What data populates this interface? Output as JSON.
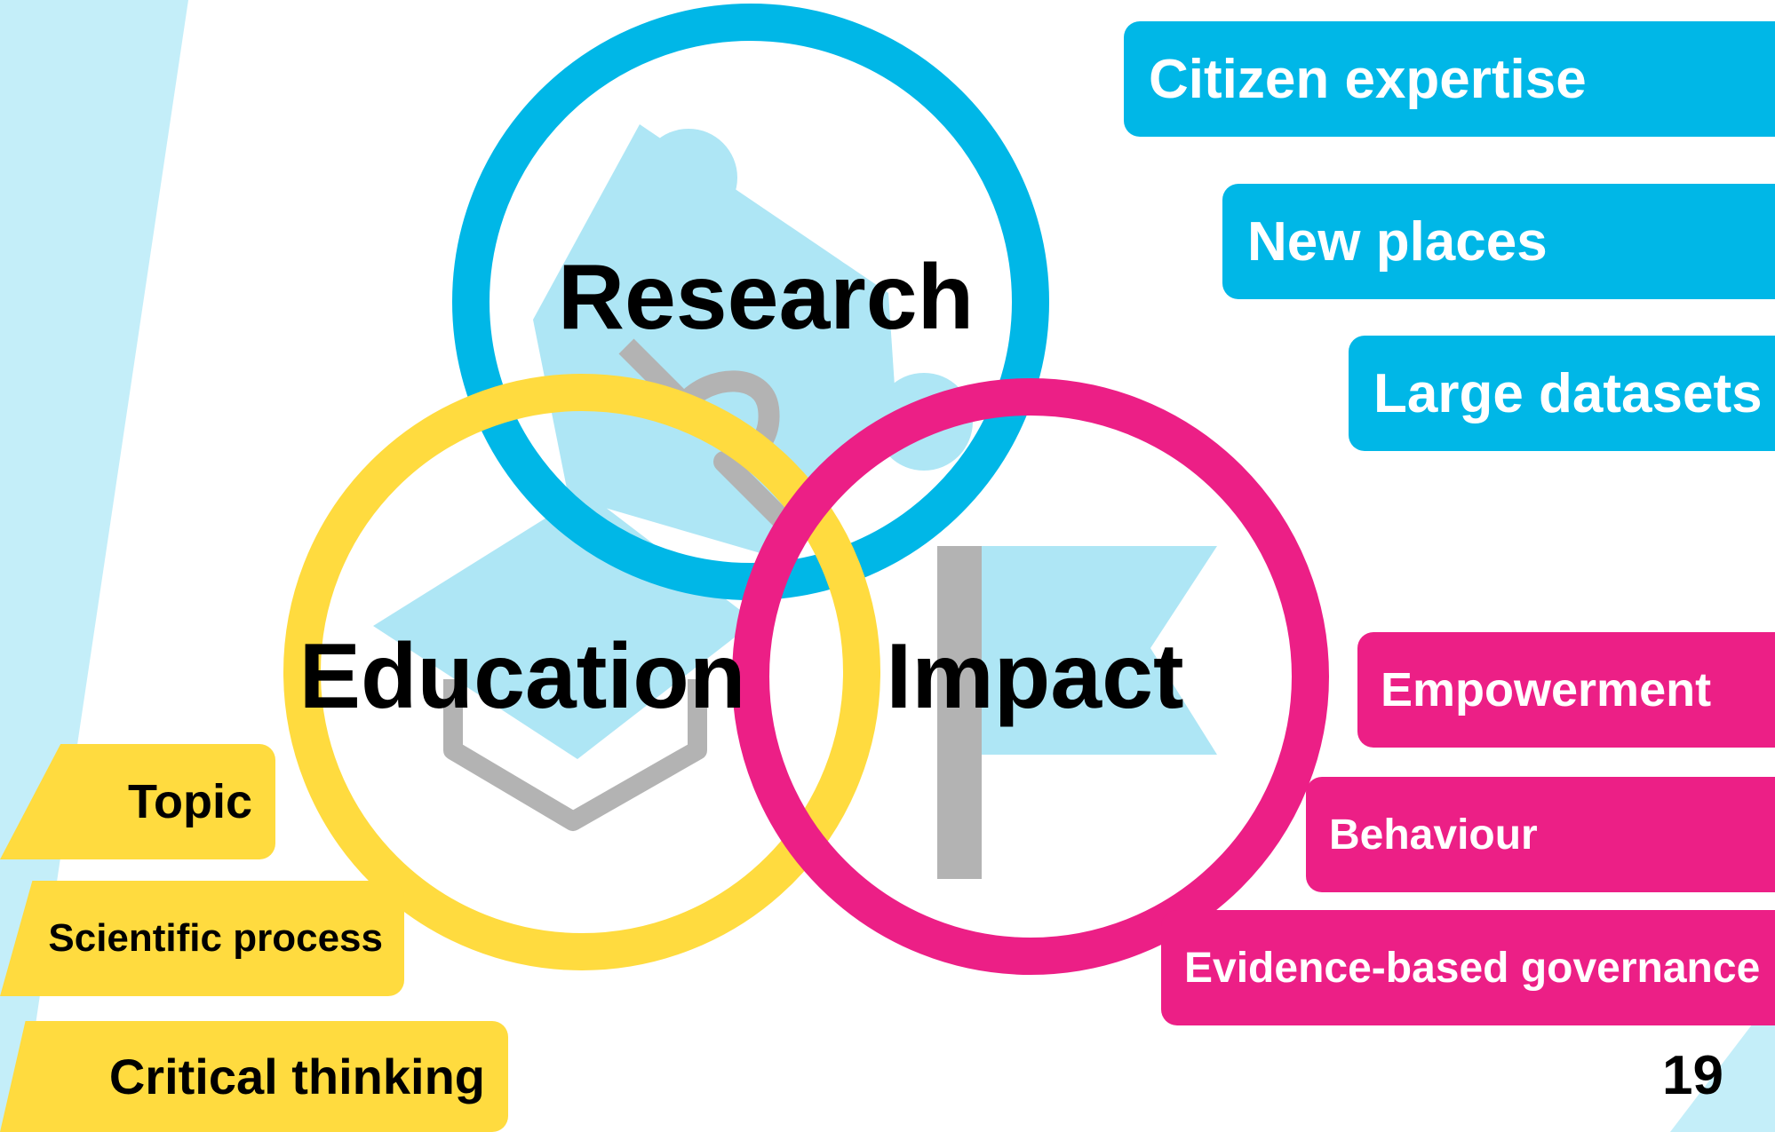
{
  "venn": {
    "research": "Research",
    "education": "Education",
    "impact": "Impact"
  },
  "research_tags": [
    "Citizen expertise",
    "New places",
    "Large datasets"
  ],
  "impact_tags": [
    "Empowerment",
    "Behaviour",
    "Evidence-based governance"
  ],
  "education_tags": [
    "Topic",
    "Scientific process",
    "Critical thinking"
  ],
  "page_number": "19",
  "icons": {
    "research": "puzzle-piece-icon",
    "education": "graduation-cap-icon",
    "impact": "flag-icon"
  },
  "colors": {
    "research": "#00b7e7",
    "education": "#ffdb3f",
    "impact": "#ec1f86",
    "icon_fill": "#aee6f5",
    "icon_outline": "#b3b3b3",
    "background_band": "#c4eef9"
  }
}
